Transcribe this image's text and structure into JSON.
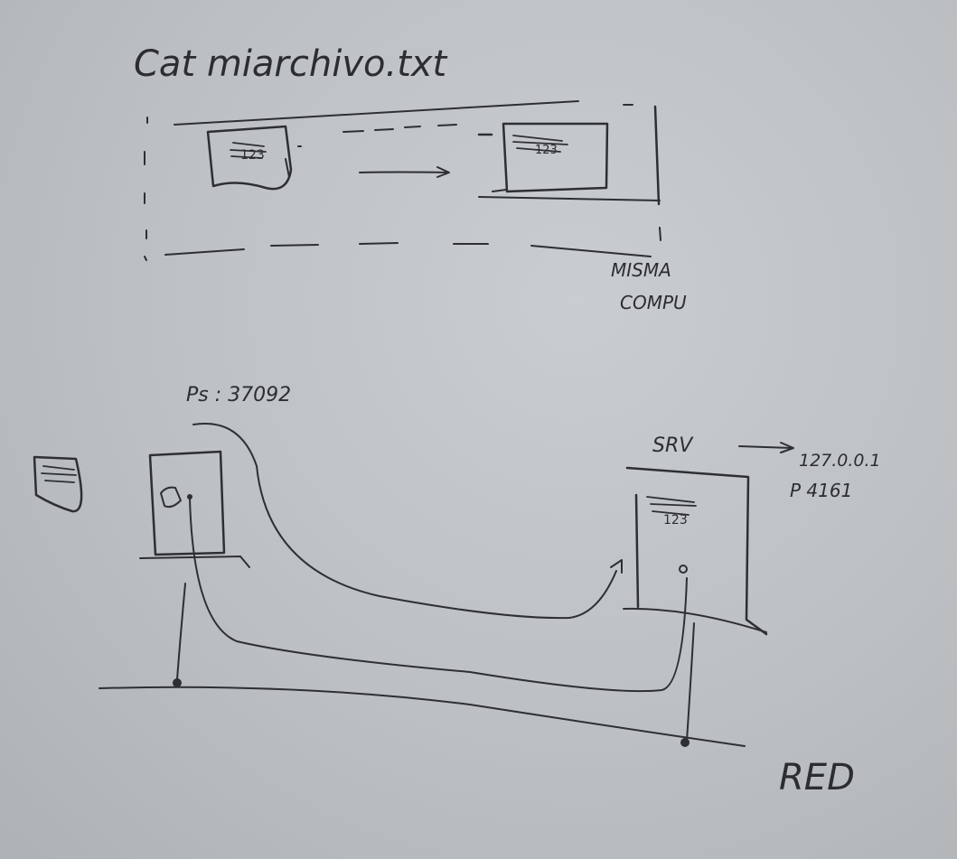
{
  "title": "Cat miarchivo.txt",
  "top_note_line1": "MISMA",
  "top_note_line2": "COMPU",
  "port_label": "Ps : 37092",
  "server_label": "SRV",
  "server_ip": "127.0.0.1",
  "server_port": "P 4161",
  "network_label": "RED",
  "file_glyph": "123",
  "colors": {
    "board": "#c4c8cb",
    "ink": "#2d2f33"
  }
}
